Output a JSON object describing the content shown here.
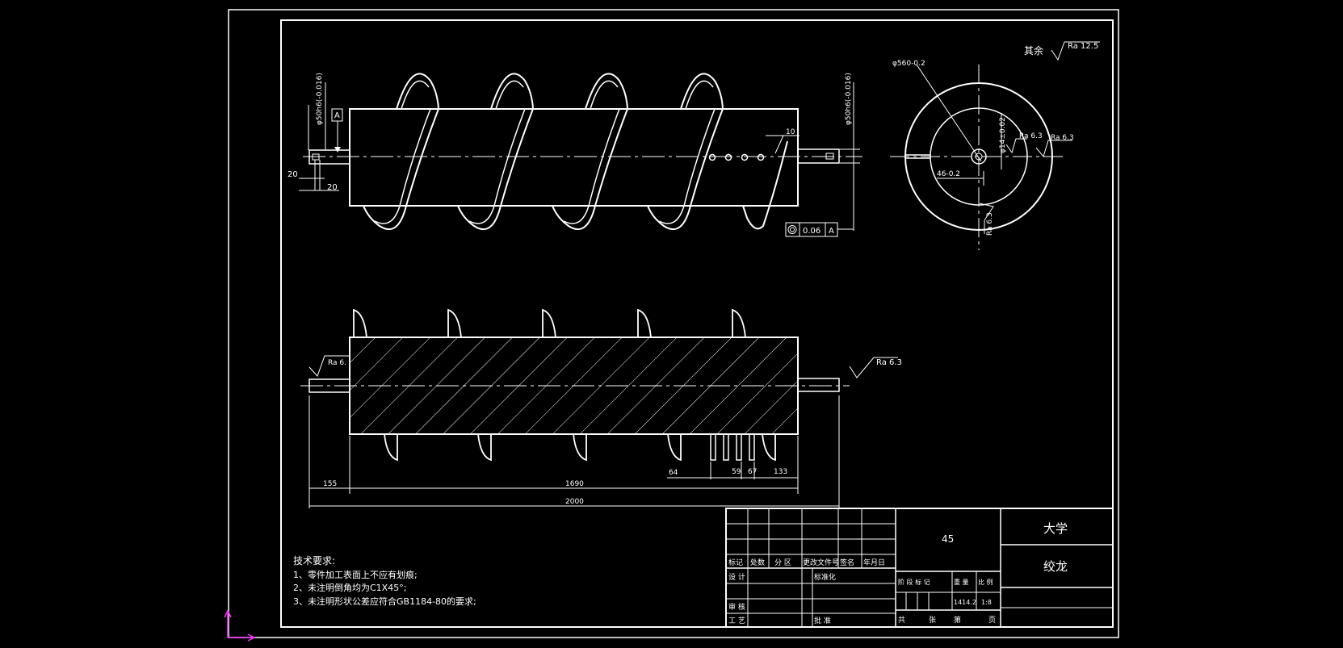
{
  "colors": {
    "background": "#000000",
    "line": "#ffffff",
    "ucs_icon": "#ff33ff"
  },
  "surface_finish": {
    "remaining_label": "其余",
    "remaining_value": "Ra 12.5",
    "bore_value": "Ra 6.3",
    "keyway_value": "Ra 6.3",
    "face_value": "Ra 6.3",
    "section_left_value": "Ra 6.",
    "section_right_value": "Ra 6.3"
  },
  "dimensions": {
    "left_shaft_dia": "φ50h6(-0.016)",
    "right_shaft_dia": "φ50h6(-0.016)",
    "datum_label": "A",
    "left_dim_a": "20",
    "left_dim_b": "20",
    "right_dim_10": "10",
    "runout_value": "0.06",
    "runout_datum": "A",
    "end_outer_dia": "φ560-0.2",
    "end_keyway_width": "φ14±0.02",
    "end_key_depth": "46-0.2",
    "section_64": "64",
    "section_59": "59",
    "section_67": "67",
    "section_133": "133",
    "section_155": "155",
    "section_1690": "1690",
    "section_2000": "2000"
  },
  "tech_requirements": {
    "title": "技术要求:",
    "items": [
      "1、零件加工表面上不应有划痕;",
      "2、未注明倒角均为C1X45°;",
      "3、未注明形状公差应符合GB1184-80的要求;"
    ]
  },
  "title_block": {
    "material": "45",
    "school": "大学",
    "part_name": "绞龙",
    "rev_headers": [
      "标记",
      "处数",
      "分 区",
      "更改文件号",
      "签名",
      "年月日"
    ],
    "design": "设 计",
    "standardize": "标准化",
    "review": "审 核",
    "process": "工 艺",
    "approve": "批 准",
    "stage_headers": [
      "阶 段 标 记",
      "重 量",
      "比 例"
    ],
    "weight": "1414.2",
    "scale": "1:8",
    "sheet_total": "共",
    "sheet_label": "张",
    "sheet_no": "第",
    "page_label": "页"
  }
}
